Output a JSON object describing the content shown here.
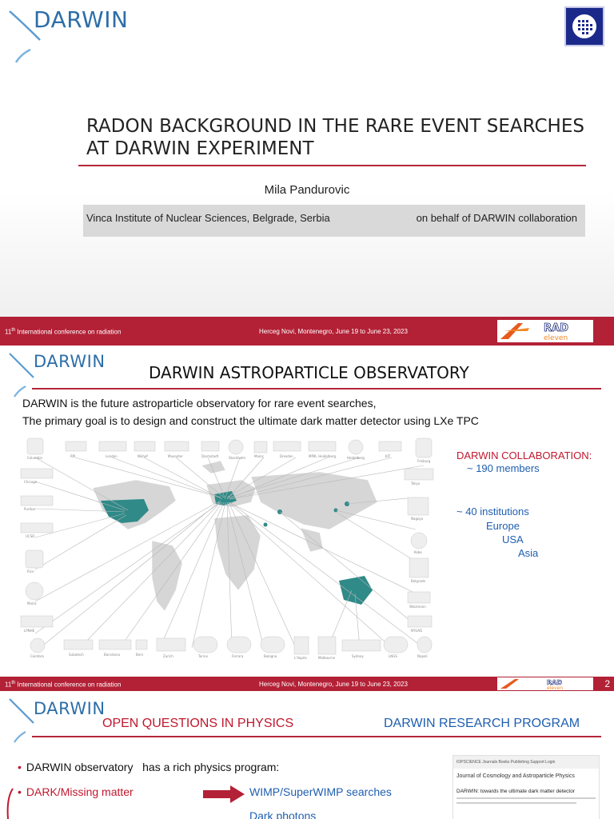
{
  "logo": {
    "text": "DARWIN"
  },
  "colors": {
    "footer": "#b32136",
    "accent_red": "#c0182e",
    "accent_blue": "#1f5fb0",
    "logo_blue": "#2d6ea8"
  },
  "slide1": {
    "title_line1": "RADON BACKGROUND IN THE RARE EVENT SEARCHES",
    "title_line2": "AT DARWIN EXPERIMENT",
    "author": "Mila Pandurovic",
    "affiliation": "Vinca Institute of Nuclear Sciences, Belgrade, Serbia",
    "on_behalf": "on behalf of DARWIN collaboration"
  },
  "footer": {
    "conf_prefix": "11",
    "conf_sup": "th",
    "conf_rest": " International conference on radiation",
    "place": "Herceg Novi, Montenegro, June 19 to June 23, 2023",
    "page2": "2",
    "rad_logo_top": "RAD",
    "rad_logo_bottom": "eleven"
  },
  "slide2": {
    "title": "DARWIN ASTROPARTICLE OBSERVATORY",
    "line1": "DARWIN is the future astroparticle observatory for rare event searches,",
    "line2": "The primary goal is to design and construct the ultimate dark matter detector using LXe TPC",
    "collab_title": "DARWIN COLLABORATION:",
    "members": "~ 190 members",
    "institutions": "~ 40 institutions",
    "regions": [
      "Europe",
      "USA",
      "Asia"
    ],
    "map_icon": "world-map-icon",
    "institutions_top": [
      "Columbia",
      "RPI",
      "London",
      "Nikhef",
      "Muenster",
      "Darmstadt",
      "Stockholm",
      "Mainz",
      "Dresden",
      "MPIK, Heidelberg",
      "Heidelberg",
      "KIT",
      "Freiburg"
    ],
    "institutions_left": [
      "Chicago",
      "Purdue",
      "UCSD",
      "Rice",
      "Mainz",
      "LPNHE"
    ],
    "institutions_right": [
      "Tokyo",
      "Nagoya",
      "Kobe",
      "Belgrade",
      "Weizmann",
      "NYUAD"
    ],
    "institutions_bottom": [
      "Coimbra",
      "Subatech",
      "Barcelona",
      "Bern",
      "Zurich",
      "Torino",
      "Ferrara",
      "Bologna",
      "L'Aquila",
      "Melbourne",
      "Sydney",
      "LNGS",
      "Napoli"
    ]
  },
  "slide3": {
    "open_questions": "OPEN QUESTIONS IN PHYSICS",
    "research_program": "DARWIN RESEARCH PROGRAM",
    "bullet1_a": "DARWIN observatory",
    "bullet1_b": "has a rich physics program:",
    "bullet2": "DARK/Missing matter",
    "wimp": "WIMP/SuperWIMP searches",
    "dark_photons": "Dark photons",
    "journal_bar": "IOPSCIENCE  Journals  Books  Publishing Support  Login",
    "journal_name": "Journal of Cosmology and Astroparticle Physics",
    "journal_title": "DARWIN: towards the ultimate dark matter detector"
  }
}
